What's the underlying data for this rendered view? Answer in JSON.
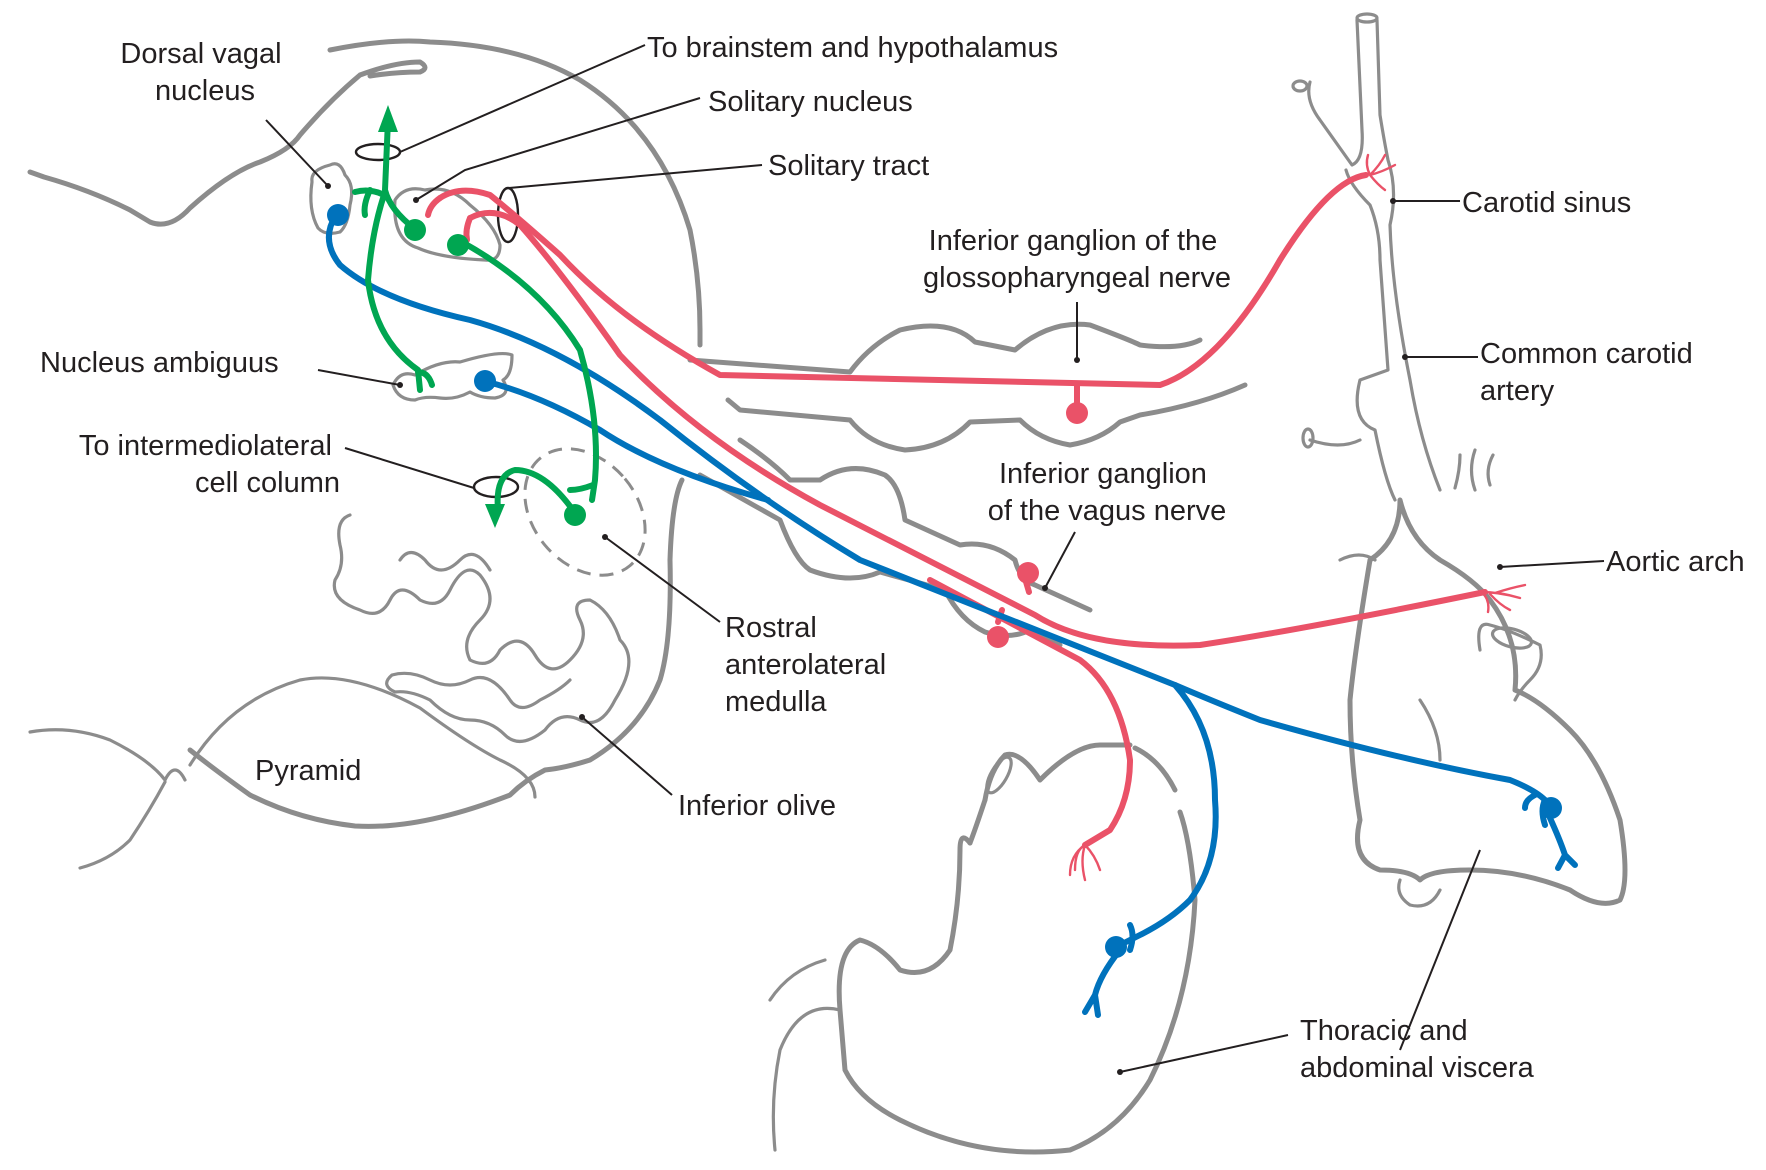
{
  "colors": {
    "sensory_afferent": "#ea5268",
    "parasympathetic_efferent": "#0072bc",
    "central_interneuron": "#00a651",
    "outline": "#8c8c8c",
    "label_text": "#231f20"
  },
  "labels": {
    "dorsal_vagal_nucleus": [
      "Dorsal vagal",
      "nucleus"
    ],
    "to_brainstem": "To brainstem and hypothalamus",
    "solitary_nucleus": "Solitary nucleus",
    "solitary_tract": "Solitary tract",
    "inferior_ganglion_glosso": [
      "Inferior ganglion of the",
      "glossopharyngeal nerve"
    ],
    "carotid_sinus": "Carotid sinus",
    "common_carotid": [
      "Common carotid",
      "artery"
    ],
    "nucleus_ambiguus": "Nucleus ambiguus",
    "to_intermediolateral": [
      "To intermediolateral",
      "cell column"
    ],
    "inferior_ganglion_vagus": [
      "Inferior ganglion",
      "of the vagus nerve"
    ],
    "aortic_arch": "Aortic arch",
    "rostral_anterolateral": [
      "Rostral",
      "anterolateral",
      "medulla"
    ],
    "pyramid": "Pyramid",
    "inferior_olive": "Inferior olive",
    "viscera": [
      "Thoracic and",
      "abdominal viscera"
    ]
  }
}
